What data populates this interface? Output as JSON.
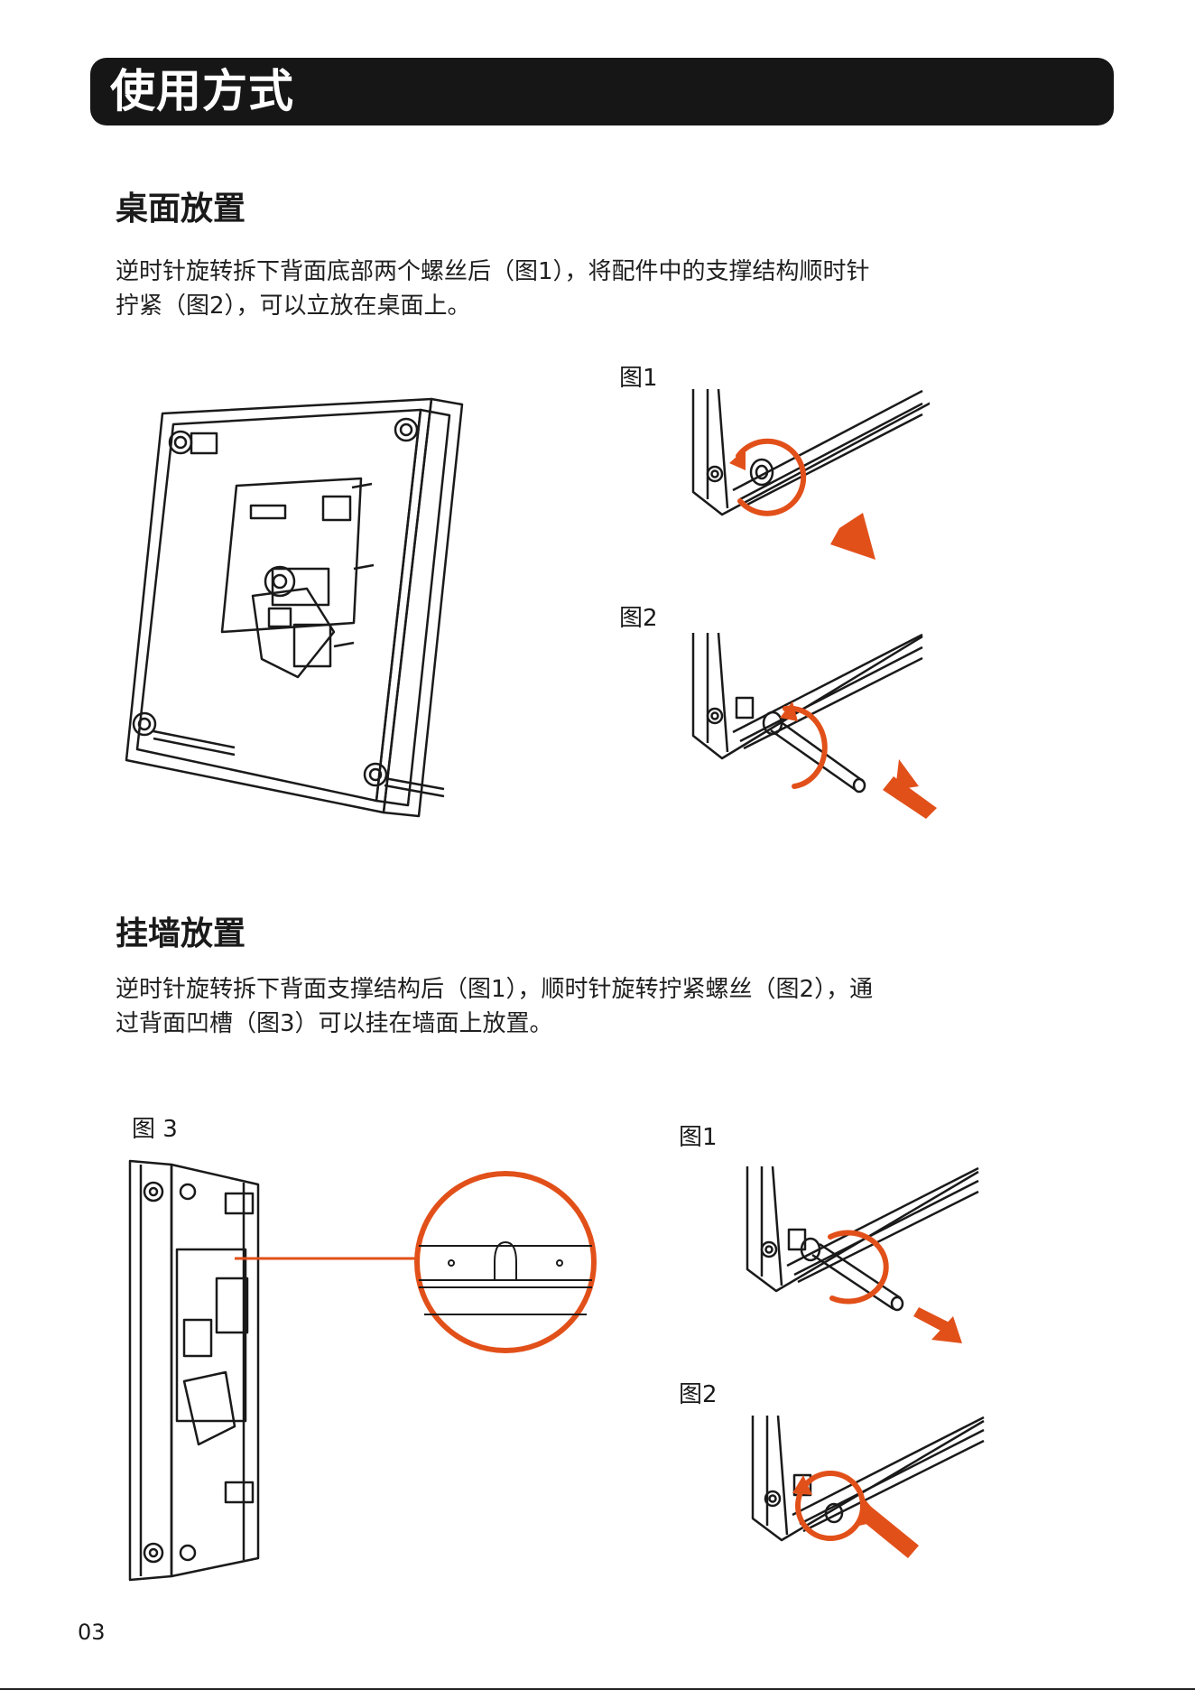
{
  "page": {
    "title": "使用方式",
    "page_number": "03"
  },
  "desk": {
    "heading": "桌面放置",
    "line1": "逆时针旋转拆下背面底部两个螺丝后（图1），将配件中的支撑结构顺时针",
    "line2": "拧紧（图2），可以立放在桌面上。",
    "fig1_label": "图1",
    "fig2_label": "图2"
  },
  "wall": {
    "heading": "挂墙放置",
    "line1": "逆时针旋转拆下背面支撑结构后（图1），顺时针旋转拧紧螺丝（图2），通",
    "line2": "过背面凹槽（图3）可以挂在墙面上放置。",
    "fig3_label": "图 3",
    "fig1_label": "图1",
    "fig2_label": "图2"
  },
  "colors": {
    "accent": "#E2501A",
    "line": "#1a1a1a",
    "banner": "#161616"
  }
}
